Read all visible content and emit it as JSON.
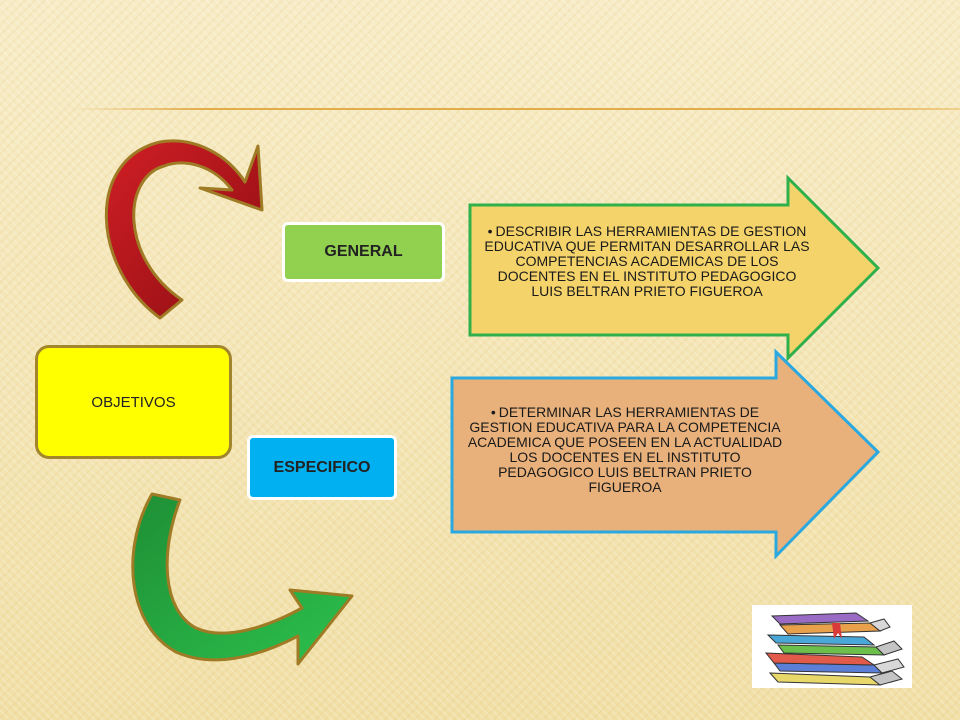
{
  "diagram": {
    "root_label": "OBJETIVOS",
    "branches": [
      {
        "label": "GENERAL",
        "text": "DESCRIBIR LAS HERRAMIENTAS DE GESTION EDUCATIVA QUE PERMITAN DESARROLLAR LAS COMPETENCIAS ACADEMICAS DE LOS DOCENTES EN EL INSTITUTO PEDAGOGICO LUIS BELTRAN PRIETO FIGUEROA"
      },
      {
        "label": "ESPECIFICO",
        "text": "DETERMINAR LAS HERRAMIENTAS DE GESTION EDUCATIVA PARA LA COMPETENCIA ACADEMICA QUE POSEEN EN LA ACTUALIDAD LOS DOCENTES EN EL INSTITUTO PEDAGOGICO LUIS BELTRAN PRIETO FIGUEROA"
      }
    ]
  },
  "colors": {
    "root_fill": "#ffff00",
    "general_fill": "#92d050",
    "especifico_fill": "#00b0f0",
    "general_arrow_fill": "#f4d36b",
    "general_arrow_border": "#2fb04a",
    "especifico_arrow_fill": "#e8b07a",
    "especifico_arrow_border": "#2aa8e0",
    "curved_arrow_top": "#b5151b",
    "curved_arrow_bottom": "#2e9e3a"
  },
  "icons": [
    "curved-arrow-red-icon",
    "curved-arrow-green-icon",
    "books-stack-icon"
  ]
}
